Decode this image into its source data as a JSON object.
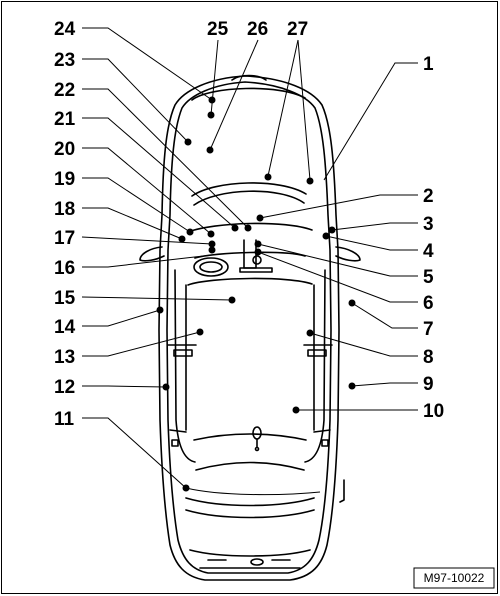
{
  "figure": {
    "reference_code": "M97-10022",
    "callouts": [
      "1",
      "2",
      "3",
      "4",
      "5",
      "6",
      "7",
      "8",
      "9",
      "10",
      "11",
      "12",
      "13",
      "14",
      "15",
      "16",
      "17",
      "18",
      "19",
      "20",
      "21",
      "22",
      "23",
      "24",
      "25",
      "26",
      "27"
    ]
  }
}
